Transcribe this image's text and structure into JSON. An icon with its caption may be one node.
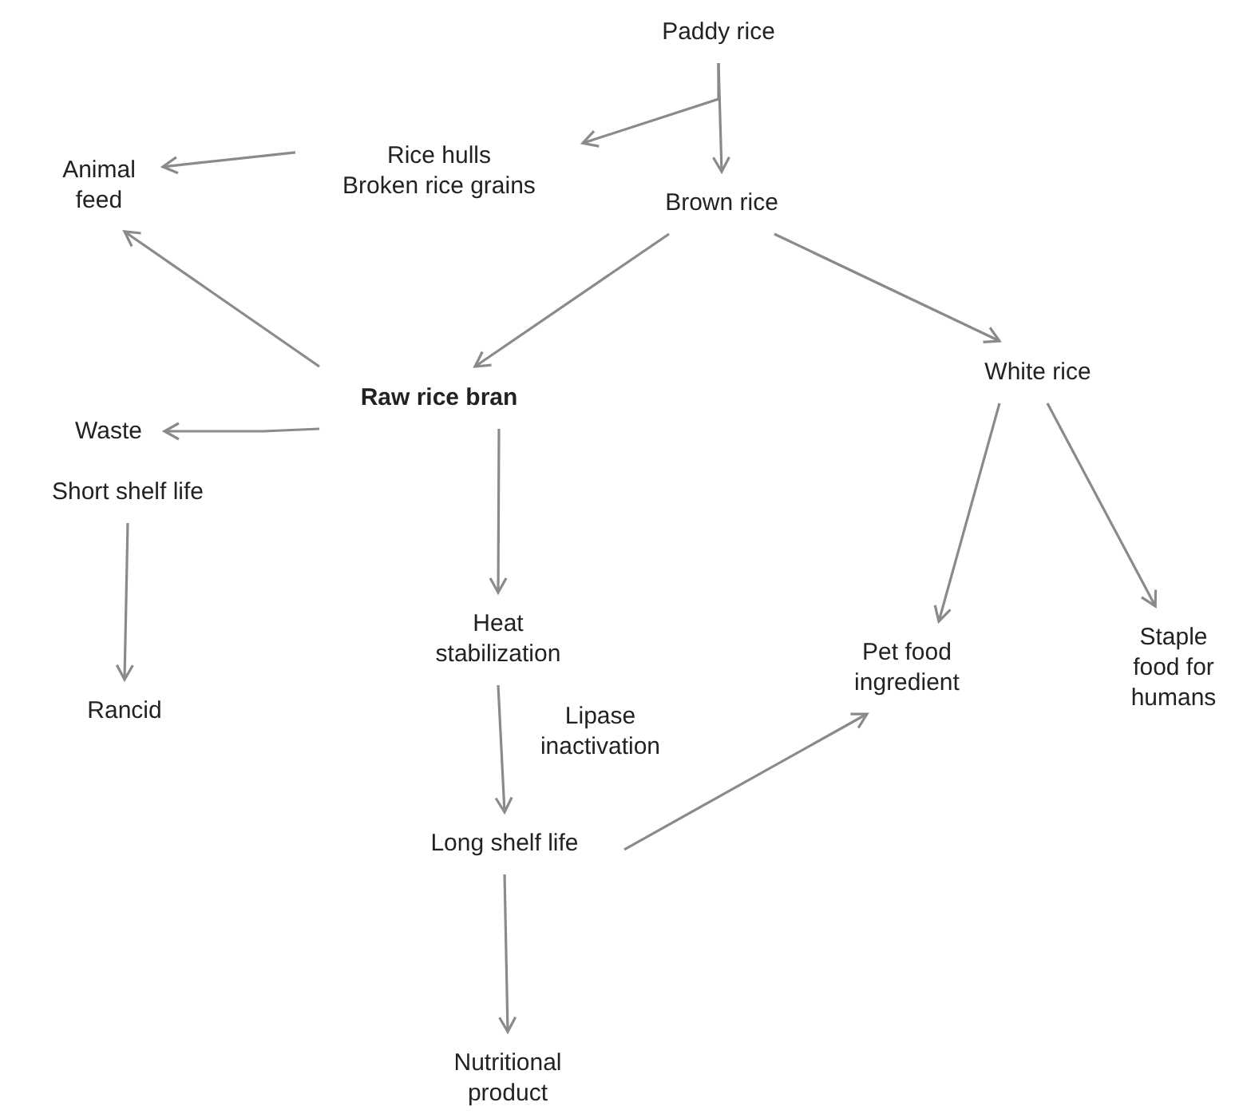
{
  "diagram": {
    "nodes": [
      {
        "text": [
          "Paddy rice"
        ]
      },
      {
        "text": [
          "Rice hulls",
          "Broken rice grains"
        ]
      },
      {
        "text": [
          "Animal feed"
        ]
      },
      {
        "text": [
          "Brown rice"
        ]
      },
      {
        "text": [
          "Raw rice bran"
        ]
      },
      {
        "text": [
          "White rice"
        ]
      },
      {
        "text": [
          "Waste"
        ]
      },
      {
        "text": [
          "Short shelf life"
        ]
      },
      {
        "text": [
          "Rancid"
        ]
      },
      {
        "text": [
          "Heat stabilization"
        ]
      },
      {
        "text": [
          "Long shelf life"
        ]
      },
      {
        "text": [
          "Pet food ingredient"
        ]
      },
      {
        "text": [
          "Staple food for humans"
        ]
      },
      {
        "text": [
          "Nutritional product"
        ]
      }
    ],
    "edges": [
      {
        "from": 0,
        "to": 1,
        "arrow": "to"
      },
      {
        "from": 0,
        "to": 3,
        "arrow": "to"
      },
      {
        "from": 1,
        "to": 2,
        "arrow": "to"
      },
      {
        "from": 3,
        "to": 4,
        "arrow": "to"
      },
      {
        "from": 3,
        "to": 5,
        "arrow": "to"
      },
      {
        "from": 4,
        "to": 2,
        "arrow": "to"
      },
      {
        "from": 4,
        "to": 6,
        "arrow": "to"
      },
      {
        "from": 7,
        "to": 8,
        "arrow": "to"
      },
      {
        "from": 4,
        "to": 9,
        "arrow": "to"
      },
      {
        "from": 9,
        "to": 10,
        "arrow": "to",
        "label": "Lipase inactivation"
      },
      {
        "from": 10,
        "to": 11,
        "arrow": "to"
      },
      {
        "from": 10,
        "to": 13,
        "arrow": "to"
      },
      {
        "from": 5,
        "to": 11,
        "arrow": "to"
      },
      {
        "from": 5,
        "to": 12,
        "arrow": "to"
      }
    ]
  }
}
